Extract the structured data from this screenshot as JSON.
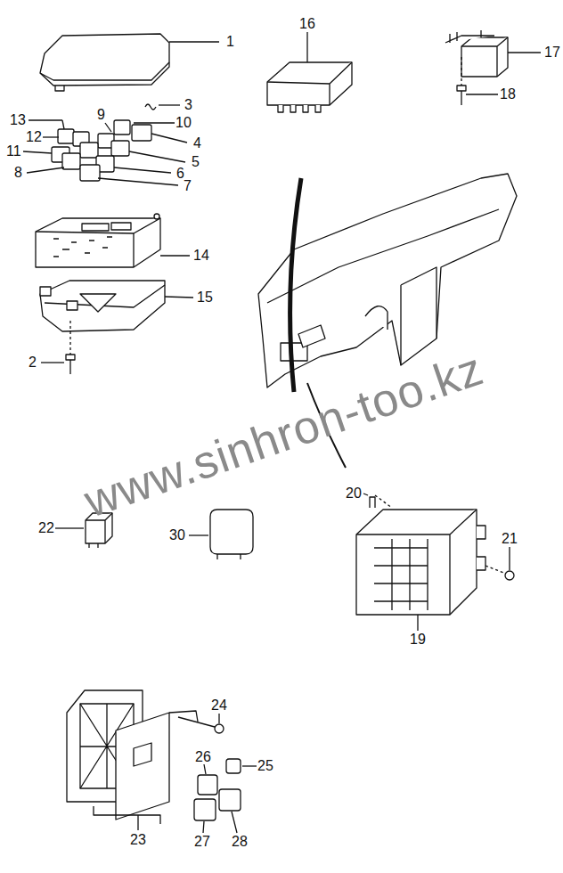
{
  "diagram": {
    "labels": [
      "1",
      "16",
      "3",
      "17",
      "13",
      "9",
      "10",
      "12",
      "4",
      "11",
      "5",
      "18",
      "8",
      "6",
      "7",
      "14",
      "15",
      "2",
      "20",
      "22",
      "30",
      "21",
      "19",
      "24",
      "26",
      "25",
      "23",
      "27",
      "28",
      "www.sinhron-too.kz"
    ]
  }
}
